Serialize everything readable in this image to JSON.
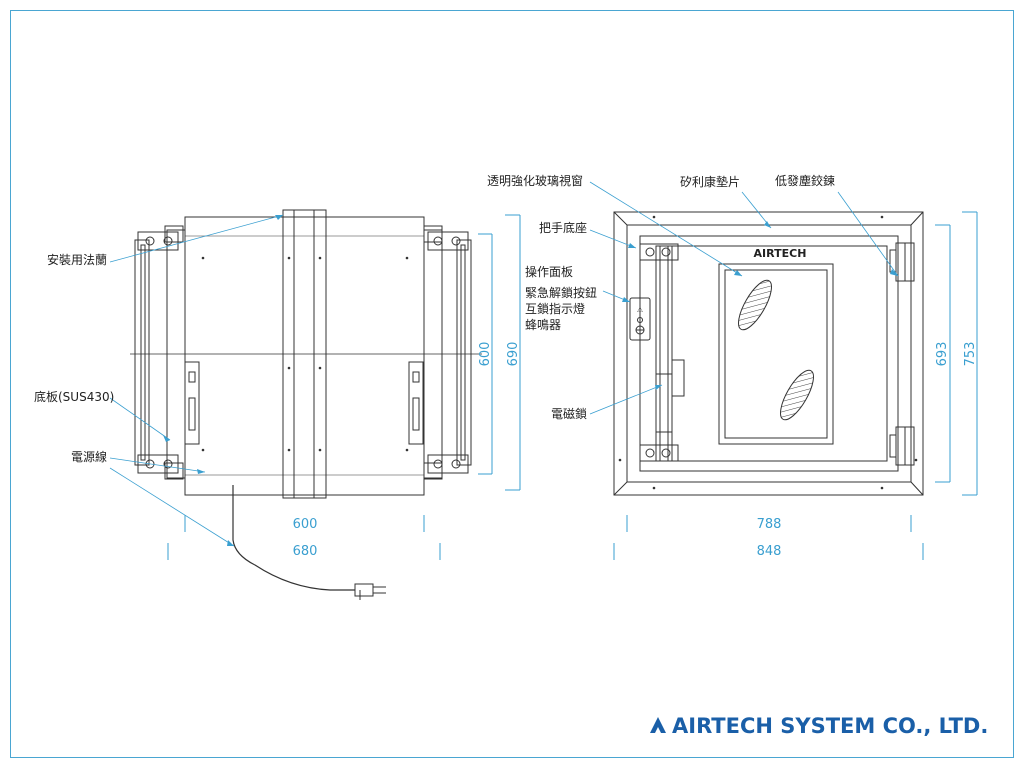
{
  "labels": {
    "mounting_flange": "安裝用法蘭",
    "base_plate": "底板(SUS430)",
    "power_cord": "電源線",
    "window": "透明強化玻璃視窗",
    "gasket": "矽利康墊片",
    "hinge": "低發塵鉸鍊",
    "handle_base": "把手底座",
    "panel_1": "操作面板",
    "panel_2": "緊急解鎖按鈕",
    "panel_3": "互鎖指示燈",
    "panel_4": "蜂鳴器",
    "mag_lock": "電磁鎖",
    "door_brand": "AIRTECH"
  },
  "dimensions": {
    "left_inner_width": "600",
    "left_outer_width": "680",
    "left_inner_height": "600",
    "left_outer_height": "690",
    "right_inner_width": "788",
    "right_outer_width": "848",
    "right_inner_height": "693",
    "right_outer_height": "753"
  },
  "footer": {
    "company": "AIRTECH SYSTEM CO., LTD."
  },
  "colors": {
    "line": "#333333",
    "accent": "#3a9fd0",
    "frame": "#4aa6d2",
    "brand": "#1a5fa8"
  }
}
